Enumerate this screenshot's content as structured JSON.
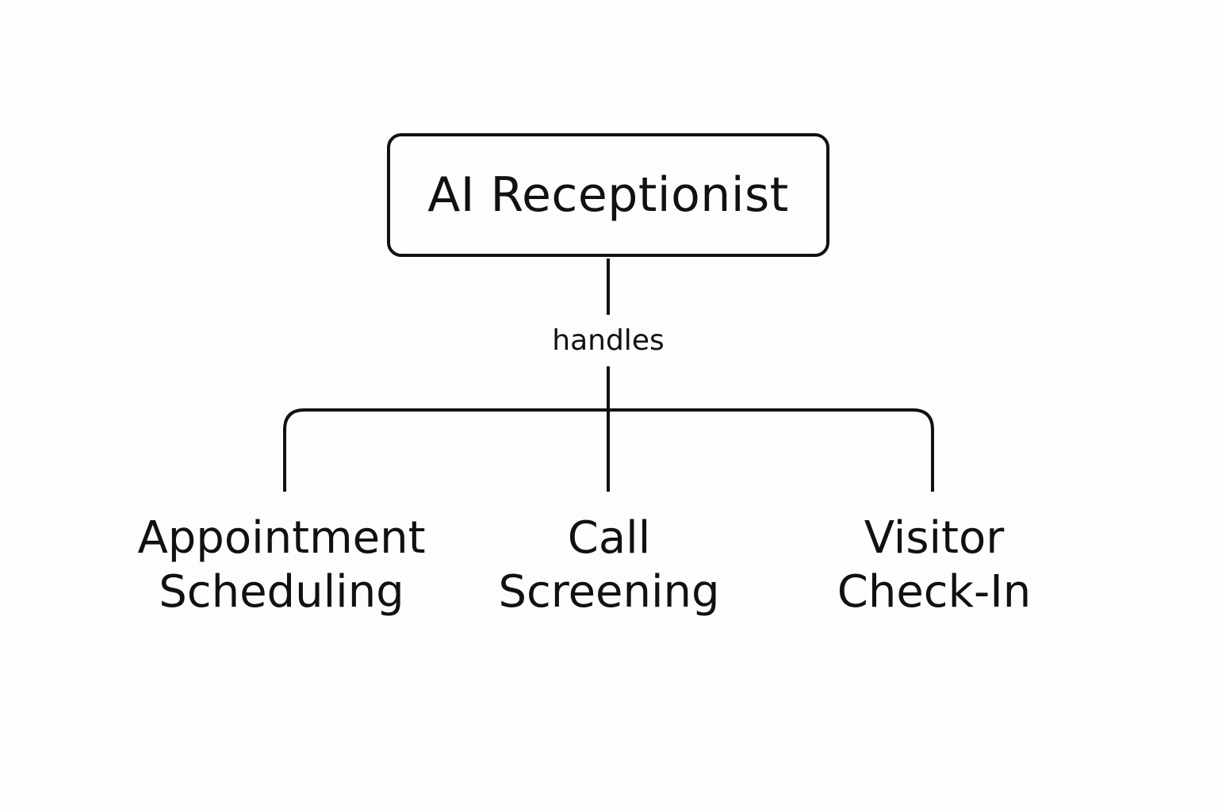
{
  "diagram": {
    "root": {
      "label": "AI Receptionist"
    },
    "edge_label": "handles",
    "children": [
      {
        "lines": [
          "Appointment",
          "Scheduling"
        ]
      },
      {
        "lines": [
          "Call",
          "Screening"
        ]
      },
      {
        "lines": [
          "Visitor",
          "Check-In"
        ]
      }
    ],
    "colors": {
      "background": "#fdfdfb",
      "stroke": "#111111",
      "text": "#111111"
    }
  }
}
